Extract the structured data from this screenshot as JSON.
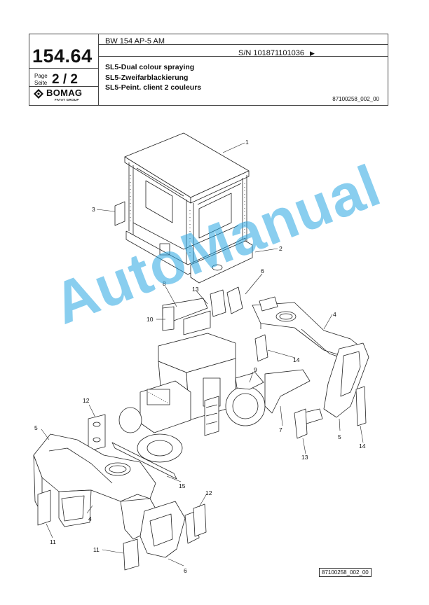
{
  "header": {
    "model": "BW 154 AP-5 AM",
    "serial": "S/N 101871101036",
    "serial_arrow": "▶",
    "page_number": "154.64",
    "page_label_en": "Page",
    "page_label_de": "Seite",
    "page_count": "2 / 2",
    "titles": [
      "SL5-Dual colour spraying",
      "SL5-Zweifarblackierung",
      "SL5-Peint. client 2 couleurs"
    ],
    "doc_number": "87100258_002_00"
  },
  "logo": {
    "name": "BOMAG",
    "subtitle": "FAYAT GROUP"
  },
  "watermark": "AutoManual",
  "footer_doc_number": "87100258_002_00",
  "callouts": [
    {
      "id": "c1",
      "label": "1"
    },
    {
      "id": "c2",
      "label": "2"
    },
    {
      "id": "c3",
      "label": "3"
    },
    {
      "id": "c4a",
      "label": "4"
    },
    {
      "id": "c4b",
      "label": "4"
    },
    {
      "id": "c5a",
      "label": "5"
    },
    {
      "id": "c5b",
      "label": "5"
    },
    {
      "id": "c6a",
      "label": "6"
    },
    {
      "id": "c6b",
      "label": "6"
    },
    {
      "id": "c7",
      "label": "7"
    },
    {
      "id": "c8",
      "label": "8"
    },
    {
      "id": "c9",
      "label": "9"
    },
    {
      "id": "c10",
      "label": "10"
    },
    {
      "id": "c11a",
      "label": "11"
    },
    {
      "id": "c11b",
      "label": "11"
    },
    {
      "id": "c12a",
      "label": "12"
    },
    {
      "id": "c12b",
      "label": "12"
    },
    {
      "id": "c13a",
      "label": "13"
    },
    {
      "id": "c13b",
      "label": "13"
    },
    {
      "id": "c14a",
      "label": "14"
    },
    {
      "id": "c14b",
      "label": "14"
    },
    {
      "id": "c15",
      "label": "15"
    }
  ]
}
